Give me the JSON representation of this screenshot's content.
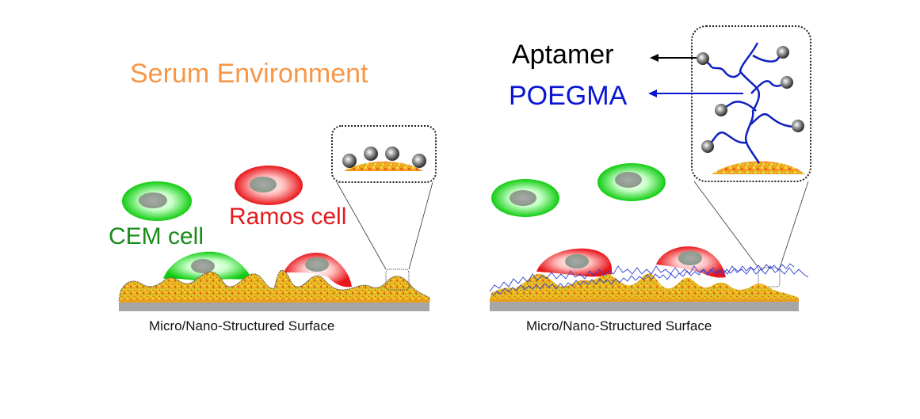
{
  "diagram": {
    "left_panel": {
      "title": "Serum Environment",
      "cem_label": "CEM cell",
      "ramos_label": "Ramos cell",
      "surface_caption": "Micro/Nano-Structured Surface"
    },
    "right_panel": {
      "aptamer_label": "Aptamer",
      "poegma_label": "POEGMA",
      "surface_caption": "Micro/Nano-Structured Surface"
    },
    "colors": {
      "serum_title": "#f79646",
      "cem": "#1a8a1a",
      "ramos": "#e31b1b",
      "aptamer": "#000000",
      "poegma": "#0a14d2",
      "cell_green": "#22dd22",
      "cell_red": "#ee1c1c",
      "substrate_gray": "#a6a6a6",
      "nano_gold": "#e8a82a"
    }
  }
}
